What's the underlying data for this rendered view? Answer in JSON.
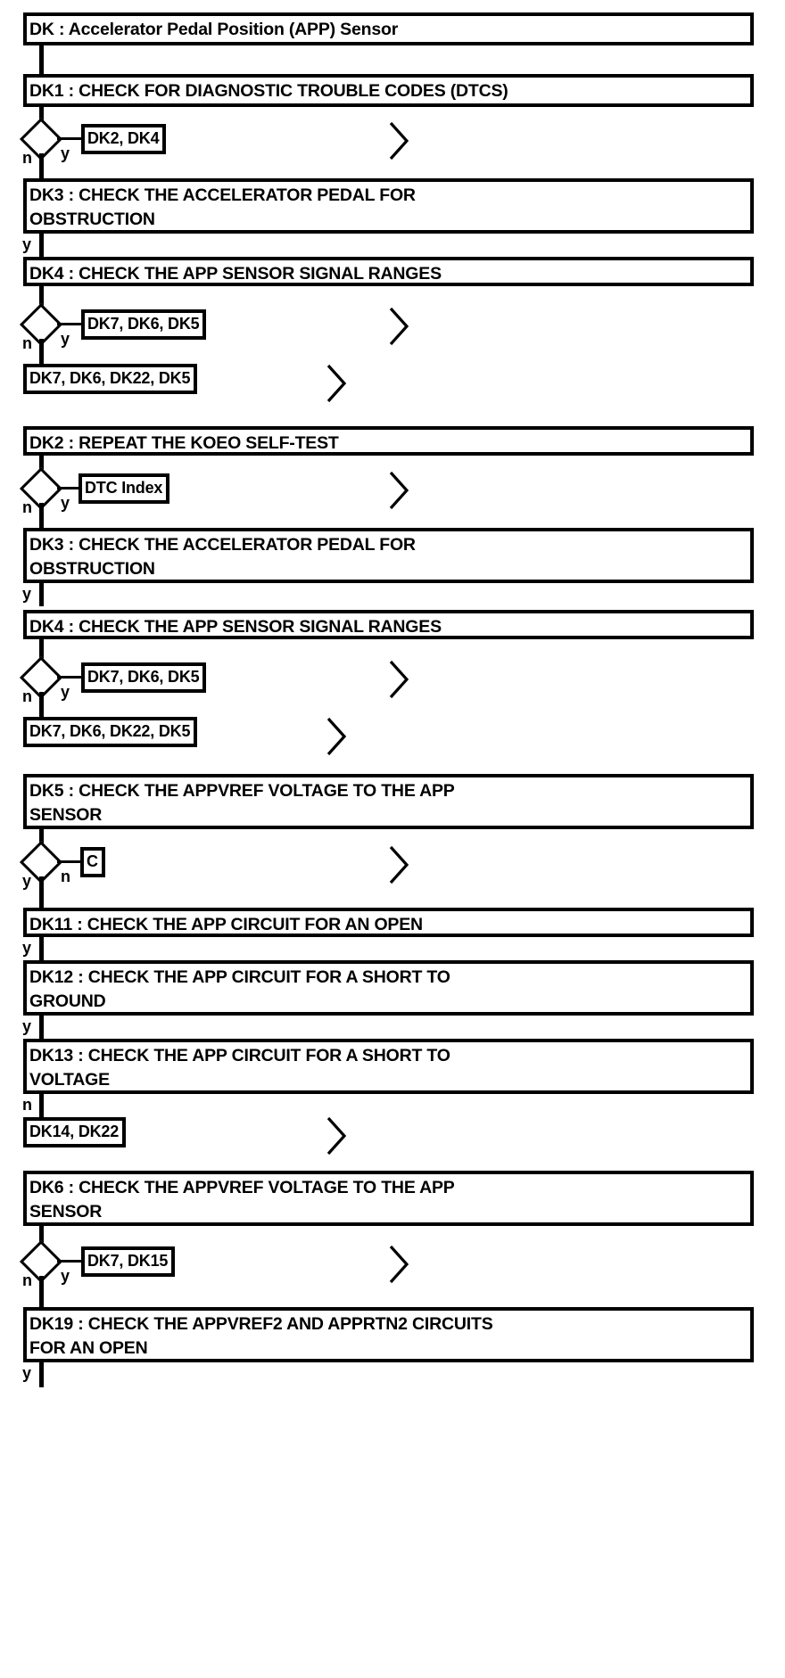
{
  "document": {
    "title": "DK : Accelerator Pedal Position (APP) Sensor",
    "kind": "diagnostic-flowchart",
    "ink_color": "#000000",
    "paper_color": "#ffffff"
  },
  "branch_labels": {
    "yes": "y",
    "no": "n"
  },
  "icons": {
    "chevron": "chevron-right-icon",
    "decision": "decision-diamond-icon"
  },
  "nodes": {
    "title": "DK : Accelerator Pedal Position (APP) Sensor",
    "dk1": "DK1 : CHECK FOR DIAGNOSTIC TROUBLE CODES (DTCS)",
    "ref_dk2_dk4": "DK2, DK4",
    "dk3_a": "DK3 : CHECK THE ACCELERATOR PEDAL FOR\nOBSTRUCTION",
    "dk4_a": "DK4 : CHECK THE APP SENSOR SIGNAL RANGES",
    "ref_dk7_dk6_dk5_a": "DK7, DK6, DK5",
    "ref_dk7_dk6_dk22_dk5_a": "DK7, DK6, DK22, DK5",
    "dk2": "DK2 : REPEAT THE KOEO SELF-TEST",
    "ref_dtc_index": "DTC Index",
    "dk3_b": "DK3 : CHECK THE ACCELERATOR PEDAL FOR\nOBSTRUCTION",
    "dk4_b": "DK4 : CHECK THE APP SENSOR SIGNAL RANGES",
    "ref_dk7_dk6_dk5_b": "DK7, DK6, DK5",
    "ref_dk7_dk6_dk22_dk5_b": "DK7, DK6, DK22, DK5",
    "dk5": "DK5 : CHECK THE APPVREF VOLTAGE TO THE APP\nSENSOR",
    "ref_c": "C",
    "dk11": "DK11 : CHECK THE APP CIRCUIT FOR AN OPEN",
    "dk12": "DK12 : CHECK THE APP CIRCUIT FOR A SHORT TO\nGROUND",
    "dk13": "DK13 : CHECK THE APP CIRCUIT FOR A SHORT TO\nVOLTAGE",
    "ref_dk14_dk22": "DK14, DK22",
    "dk6": "DK6 : CHECK THE APPVREF VOLTAGE TO THE APP\nSENSOR",
    "ref_dk7_dk15": "DK7, DK15",
    "dk19": "DK19 : CHECK THE APPVREF2 AND APPRTN2 CIRCUITS\nFOR AN OPEN"
  }
}
